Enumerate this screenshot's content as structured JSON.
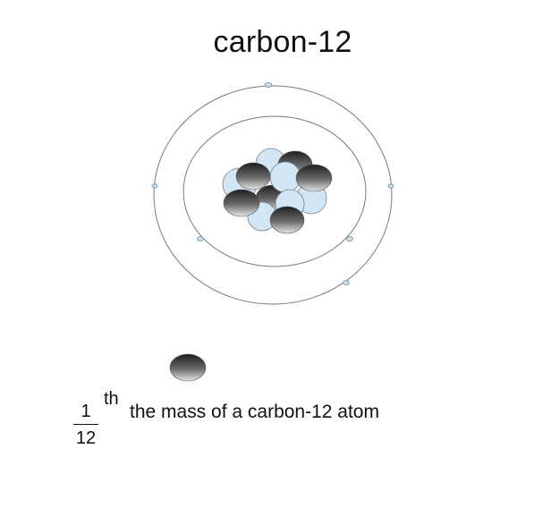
{
  "title": "carbon-12",
  "caption": {
    "numerator": "1",
    "denominator": "12",
    "superscript": "th",
    "text": "the mass of a carbon-12 atom"
  },
  "atom": {
    "protons": 6,
    "neutrons": 6,
    "inner_shell_electrons": 2,
    "outer_shell_electrons": 4
  },
  "colors": {
    "proton": "#d3e6f4",
    "neutron_dark": "#2a2a2a",
    "neutron_light": "#d9d9d9",
    "orbit": "#7a7a7a",
    "electron": "#c9dceb"
  }
}
